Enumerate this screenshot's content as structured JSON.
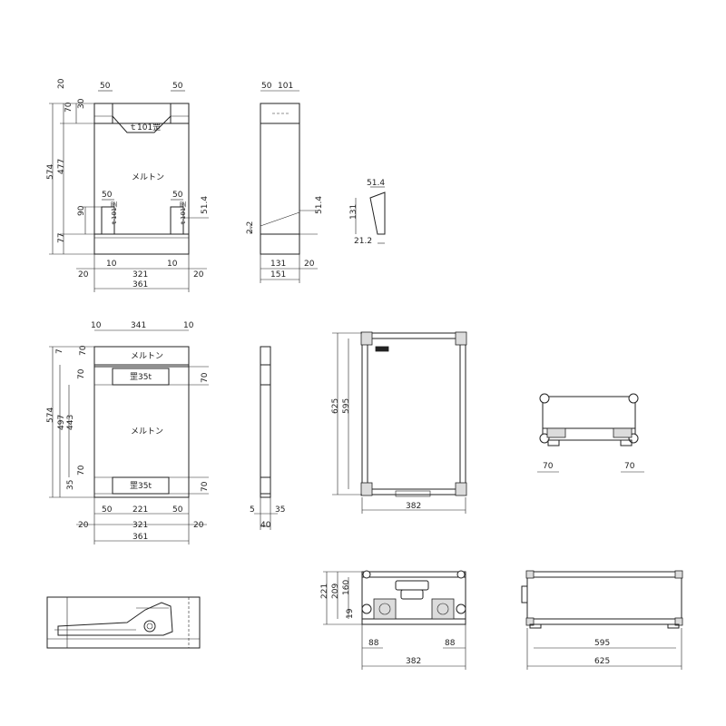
{
  "views": {
    "top_panel": {
      "dims": {
        "d20_top": "20",
        "d30": "30",
        "d70_top": "70",
        "d477": "477",
        "d574": "574",
        "d90": "90",
        "d77": "77",
        "d50_tl": "50",
        "d50_tr": "50",
        "d50_ml": "50",
        "d50_mr": "50",
        "d51_4": "51.4",
        "d10_l": "10",
        "d10_r": "10",
        "d20_l": "20",
        "d20_r": "20",
        "d321": "321",
        "d361": "361"
      },
      "labels": {
        "felt": "メルトン",
        "pad_top": "ｔ101罡",
        "pad_left": "ｔ101罡",
        "pad_right": "ｔ101罡"
      }
    },
    "top_side": {
      "dims": {
        "d50": "50",
        "d101": "101",
        "d51_4": "51.4",
        "d2_2": "2.2",
        "d131": "131",
        "d20": "20",
        "d151": "151"
      }
    },
    "wedge": {
      "dims": {
        "d51_4": "51.4",
        "d131": "131",
        "d21_2": "21.2"
      }
    },
    "bottom_panel": {
      "dims": {
        "d10_l": "10",
        "d341": "341",
        "d10_r": "10",
        "d7": "7",
        "d70_a": "70",
        "d70_b": "70",
        "d574": "574",
        "d497": "497",
        "d443": "443",
        "d70_c": "70",
        "d70_d": "70",
        "d70_e": "70",
        "d35": "35",
        "d50_l": "50",
        "d221": "221",
        "d50_r": "50",
        "d20_l": "20",
        "d20_r": "20",
        "d321": "321",
        "d361": "361"
      },
      "labels": {
        "felt_top": "メルトン",
        "felt_mid": "メルトン",
        "pad_top": "罡35t",
        "pad_bottom": "罡35t"
      }
    },
    "bottom_side": {
      "dims": {
        "d5": "5",
        "d35": "35",
        "d40": "40"
      }
    },
    "case_front": {
      "dims": {
        "d625": "625",
        "d595": "595",
        "d382": "382"
      }
    },
    "case_end": {
      "dims": {
        "d70_l": "70",
        "d70_r": "70"
      }
    },
    "case_side_open": {
      "dims": {
        "d221": "221",
        "d209": "209",
        "d160": "160",
        "d19": "19",
        "d88_l": "88",
        "d88_r": "88",
        "d382": "382"
      }
    },
    "case_long": {
      "dims": {
        "d595": "595",
        "d625": "625"
      }
    }
  }
}
